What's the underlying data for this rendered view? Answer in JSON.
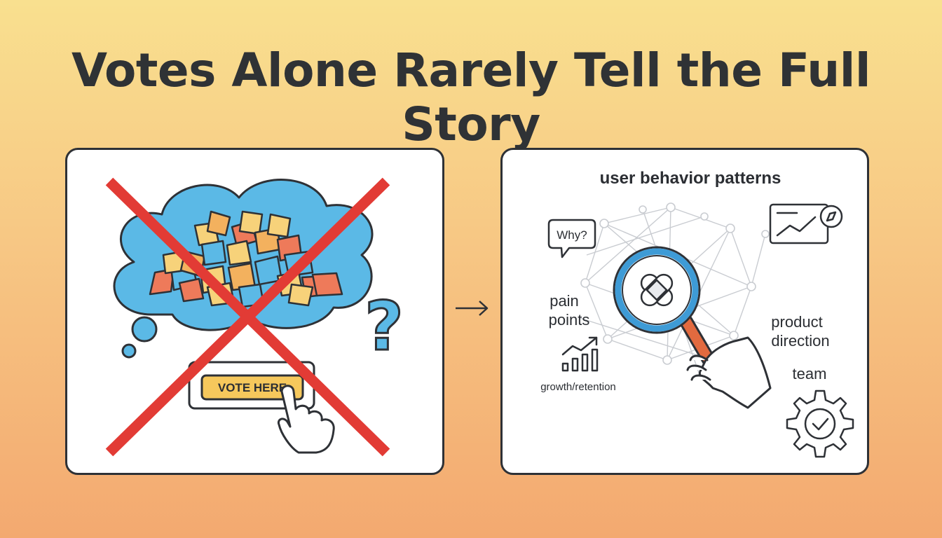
{
  "title": "Votes Alone Rarely Tell the Full Story",
  "left_panel": {
    "vote_button_label": "VOTE HERE",
    "question_mark": "?"
  },
  "right_panel": {
    "heading": "user behavior patterns",
    "why_bubble": "Why?",
    "pain_points_line1": "pain",
    "pain_points_line2": "points",
    "growth_label": "growth/retention",
    "product_line1": "product",
    "product_line2": "direction",
    "team_label": "team"
  },
  "colors": {
    "cloud": "#5bb9e6",
    "cross": "#e23b35",
    "vote_button": "#f6c85c",
    "magnifier_ring": "#3e9bd6",
    "handle": "#e26a3f"
  }
}
